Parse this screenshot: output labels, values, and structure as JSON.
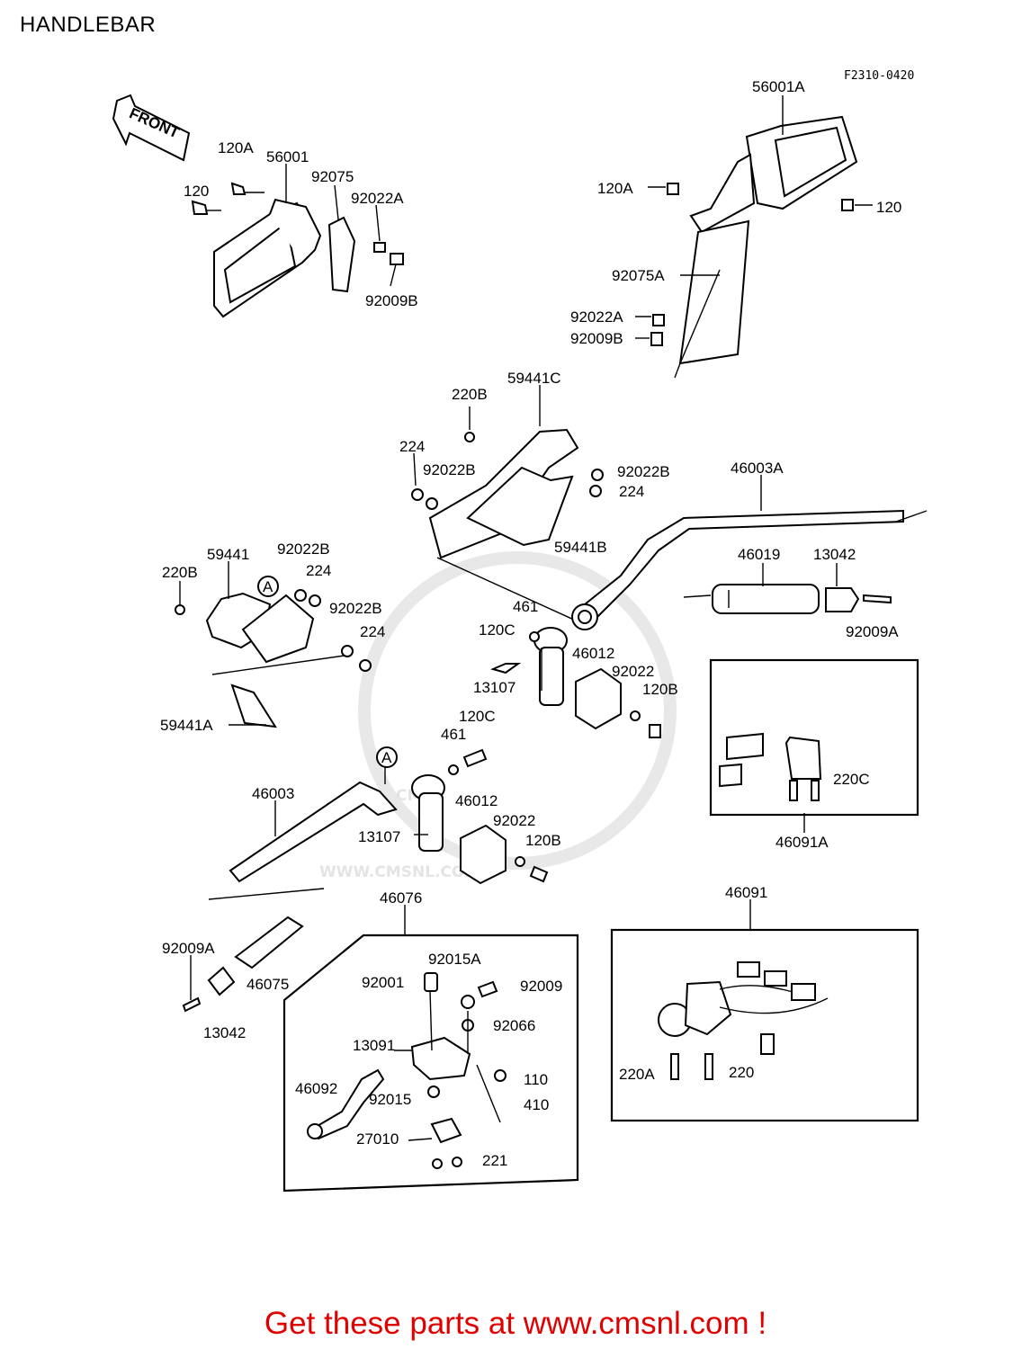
{
  "title": "HANDLEBAR",
  "figure_code": "F2310-0420",
  "front_label": "FRONT",
  "watermark": {
    "main": "CMS",
    "url": "WWW.CMSNL.COM"
  },
  "callouts": {
    "c56001A": "56001A",
    "c120A_r": "120A",
    "c120_r": "120",
    "c92075A": "92075A",
    "c92022A_r": "92022A",
    "c92009B_r": "92009B",
    "c120A_l": "120A",
    "c56001": "56001",
    "c120_l": "120",
    "c92075": "92075",
    "c92022A_l": "92022A",
    "c92009B_l": "92009B",
    "c220B_t": "220B",
    "c59441C": "59441C",
    "c224_a": "224",
    "c92022B_a": "92022B",
    "c92022B_b": "92022B",
    "c224_b": "224",
    "c59441B": "59441B",
    "c46003A": "46003A",
    "c59441": "59441",
    "c92022B_c": "92022B",
    "c220B_l": "220B",
    "c224_c": "224",
    "c92022B_d": "92022B",
    "c224_d": "224",
    "c59441A": "59441A",
    "c46019": "46019",
    "c13042_r": "13042",
    "c92009A_r": "92009A",
    "c461_a": "461",
    "c120C_a": "120C",
    "c46012_a": "46012",
    "c92022_a": "92022",
    "c13107_a": "13107",
    "c120B_a": "120B",
    "c120C_b": "120C",
    "c461_b": "461",
    "c46003": "46003",
    "c46012_b": "46012",
    "c92022_b": "92022",
    "c13107_b": "13107",
    "c120B_b": "120B",
    "c220C": "220C",
    "c46091A": "46091A",
    "c46076": "46076",
    "c92009A_l": "92009A",
    "c46075": "46075",
    "c13042_l": "13042",
    "c92015A": "92015A",
    "c92001": "92001",
    "c92009": "92009",
    "c92066": "92066",
    "c13091": "13091",
    "c110": "110",
    "c46092": "46092",
    "c92015": "92015",
    "c410": "410",
    "c27010": "27010",
    "c221": "221",
    "c46091": "46091",
    "c220A": "220A",
    "c220": "220",
    "ref_A": "A"
  },
  "footer": "Get these parts at www.cmsnl.com !",
  "colors": {
    "footer": "#e00000",
    "line": "#000000",
    "watermark": "#e4e4e4"
  }
}
